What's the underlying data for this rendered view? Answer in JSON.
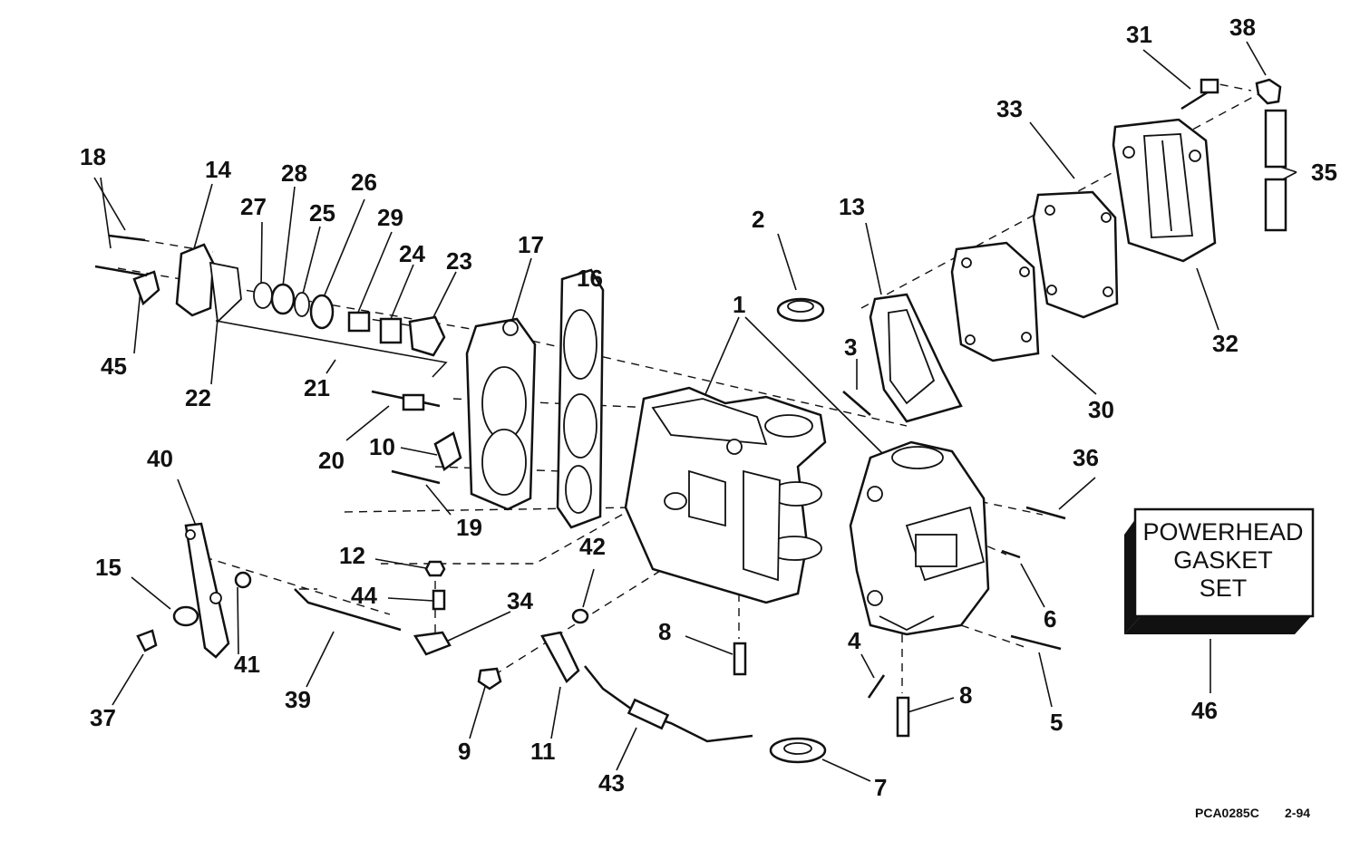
{
  "callouts": [
    {
      "id": "1",
      "text": "1"
    },
    {
      "id": "2",
      "text": "2"
    },
    {
      "id": "3",
      "text": "3"
    },
    {
      "id": "4",
      "text": "4"
    },
    {
      "id": "5",
      "text": "5"
    },
    {
      "id": "6",
      "text": "6"
    },
    {
      "id": "7",
      "text": "7"
    },
    {
      "id": "8a",
      "text": "8"
    },
    {
      "id": "8b",
      "text": "8"
    },
    {
      "id": "9",
      "text": "9"
    },
    {
      "id": "10",
      "text": "10"
    },
    {
      "id": "11",
      "text": "11"
    },
    {
      "id": "12",
      "text": "12"
    },
    {
      "id": "13",
      "text": "13"
    },
    {
      "id": "14",
      "text": "14"
    },
    {
      "id": "15",
      "text": "15"
    },
    {
      "id": "16",
      "text": "16"
    },
    {
      "id": "17",
      "text": "17"
    },
    {
      "id": "18",
      "text": "18"
    },
    {
      "id": "19",
      "text": "19"
    },
    {
      "id": "20",
      "text": "20"
    },
    {
      "id": "21",
      "text": "21"
    },
    {
      "id": "22",
      "text": "22"
    },
    {
      "id": "23",
      "text": "23"
    },
    {
      "id": "24",
      "text": "24"
    },
    {
      "id": "25",
      "text": "25"
    },
    {
      "id": "26",
      "text": "26"
    },
    {
      "id": "27",
      "text": "27"
    },
    {
      "id": "28",
      "text": "28"
    },
    {
      "id": "29",
      "text": "29"
    },
    {
      "id": "30",
      "text": "30"
    },
    {
      "id": "31",
      "text": "31"
    },
    {
      "id": "32",
      "text": "32"
    },
    {
      "id": "33",
      "text": "33"
    },
    {
      "id": "34",
      "text": "34"
    },
    {
      "id": "35",
      "text": "35"
    },
    {
      "id": "36",
      "text": "36"
    },
    {
      "id": "37",
      "text": "37"
    },
    {
      "id": "38",
      "text": "38"
    },
    {
      "id": "39",
      "text": "39"
    },
    {
      "id": "40",
      "text": "40"
    },
    {
      "id": "41",
      "text": "41"
    },
    {
      "id": "42",
      "text": "42"
    },
    {
      "id": "43",
      "text": "43"
    },
    {
      "id": "44",
      "text": "44"
    },
    {
      "id": "45",
      "text": "45"
    },
    {
      "id": "46",
      "text": "46"
    }
  ],
  "gasket_box": {
    "line1": "POWERHEAD",
    "line2": "GASKET",
    "line3": "SET"
  },
  "footer": {
    "ref_code": "PCA0285C",
    "date": "2-94"
  }
}
